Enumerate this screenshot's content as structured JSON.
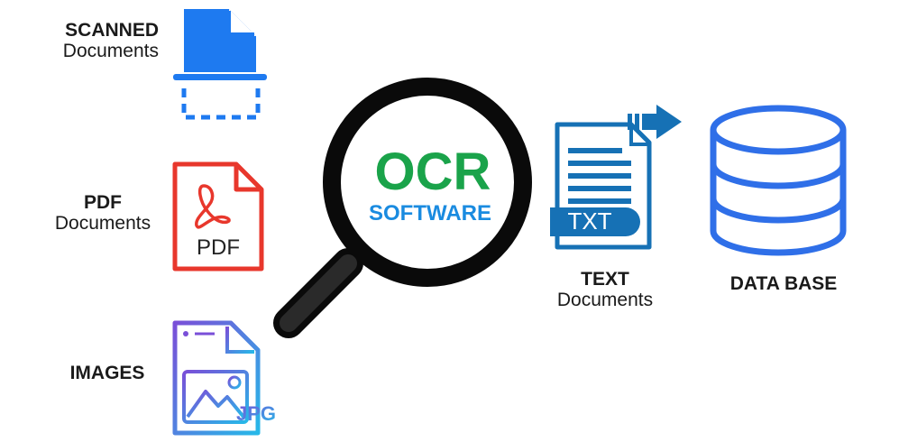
{
  "inputs": {
    "scanned": {
      "title": "SCANNED",
      "subtitle": "Documents"
    },
    "pdf": {
      "title": "PDF",
      "subtitle": "Documents",
      "icon_text": "PDF"
    },
    "images": {
      "title": "IMAGES",
      "icon_text": "JPG"
    }
  },
  "ocr": {
    "title": "OCR",
    "subtitle": "SOFTWARE"
  },
  "text_doc": {
    "title": "TEXT",
    "subtitle": "Documents",
    "icon_text": "TXT"
  },
  "database": {
    "title": "DATA BASE"
  },
  "colors": {
    "scan_blue": "#1e7af0",
    "pdf_red": "#e8372c",
    "ocr_green": "#1aa34a",
    "ocr_blue": "#1a8be0",
    "txt_blue": "#1671b5",
    "db_blue": "#2f6fe8",
    "img_purple": "#7a4fd8"
  },
  "icons": [
    "scanner-document-icon",
    "pdf-file-icon",
    "jpg-image-file-icon",
    "magnifying-glass-icon",
    "txt-file-icon",
    "arrow-right-icon",
    "database-icon"
  ]
}
